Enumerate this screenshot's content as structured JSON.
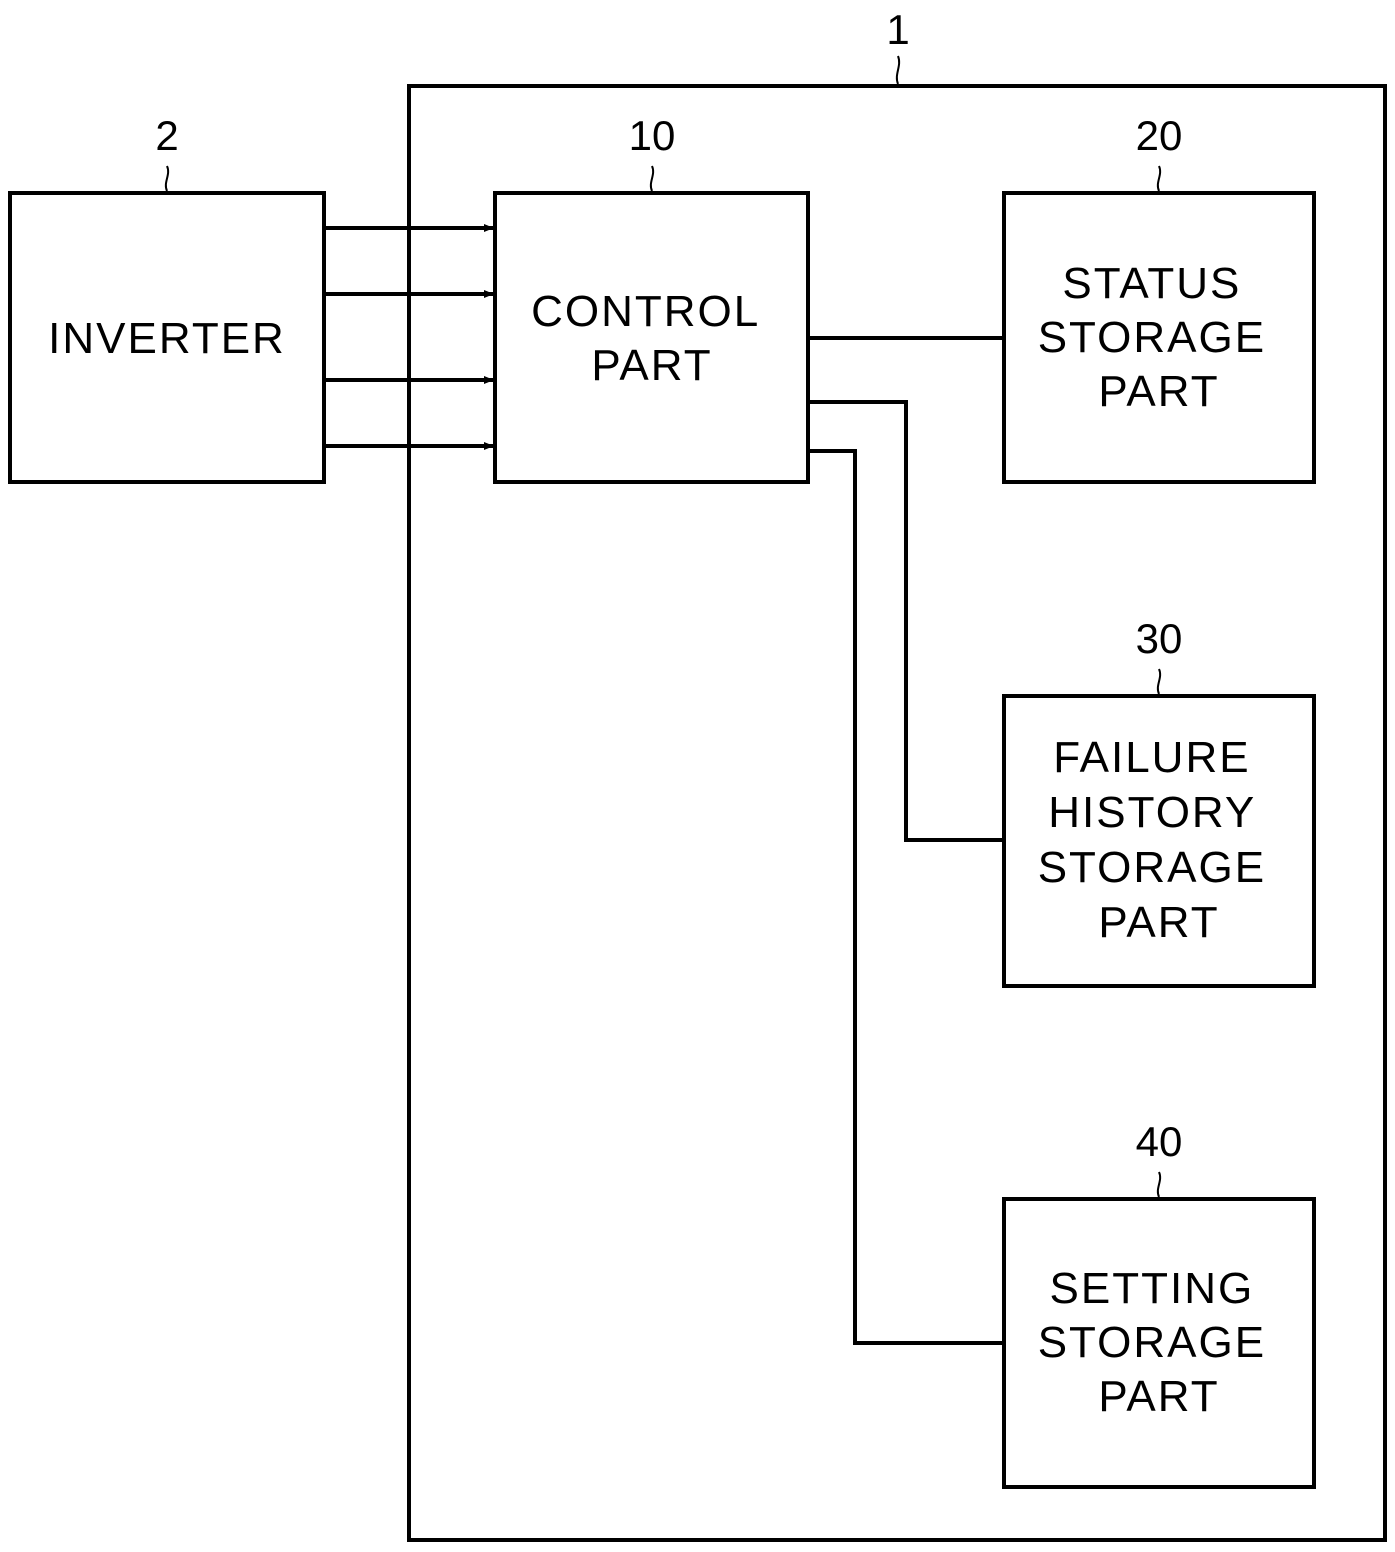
{
  "diagram": {
    "device": {
      "ref": "1"
    },
    "blocks": {
      "inverter": {
        "ref": "2",
        "lines": [
          "INVERTER"
        ]
      },
      "control": {
        "ref": "10",
        "lines": [
          "CONTROL",
          "PART"
        ]
      },
      "status": {
        "ref": "20",
        "lines": [
          "STATUS",
          "STORAGE",
          "PART"
        ]
      },
      "failure": {
        "ref": "30",
        "lines": [
          "FAILURE",
          "HISTORY",
          "STORAGE",
          "PART"
        ]
      },
      "setting": {
        "ref": "40",
        "lines": [
          "SETTING",
          "STORAGE",
          "PART"
        ]
      }
    },
    "connections": [
      {
        "from": "inverter",
        "to": "control",
        "count": 4,
        "arrow": true
      },
      {
        "from": "control",
        "to": "status",
        "arrow": false
      },
      {
        "from": "control",
        "to": "failure",
        "arrow": false
      },
      {
        "from": "control",
        "to": "setting",
        "arrow": false
      }
    ]
  }
}
